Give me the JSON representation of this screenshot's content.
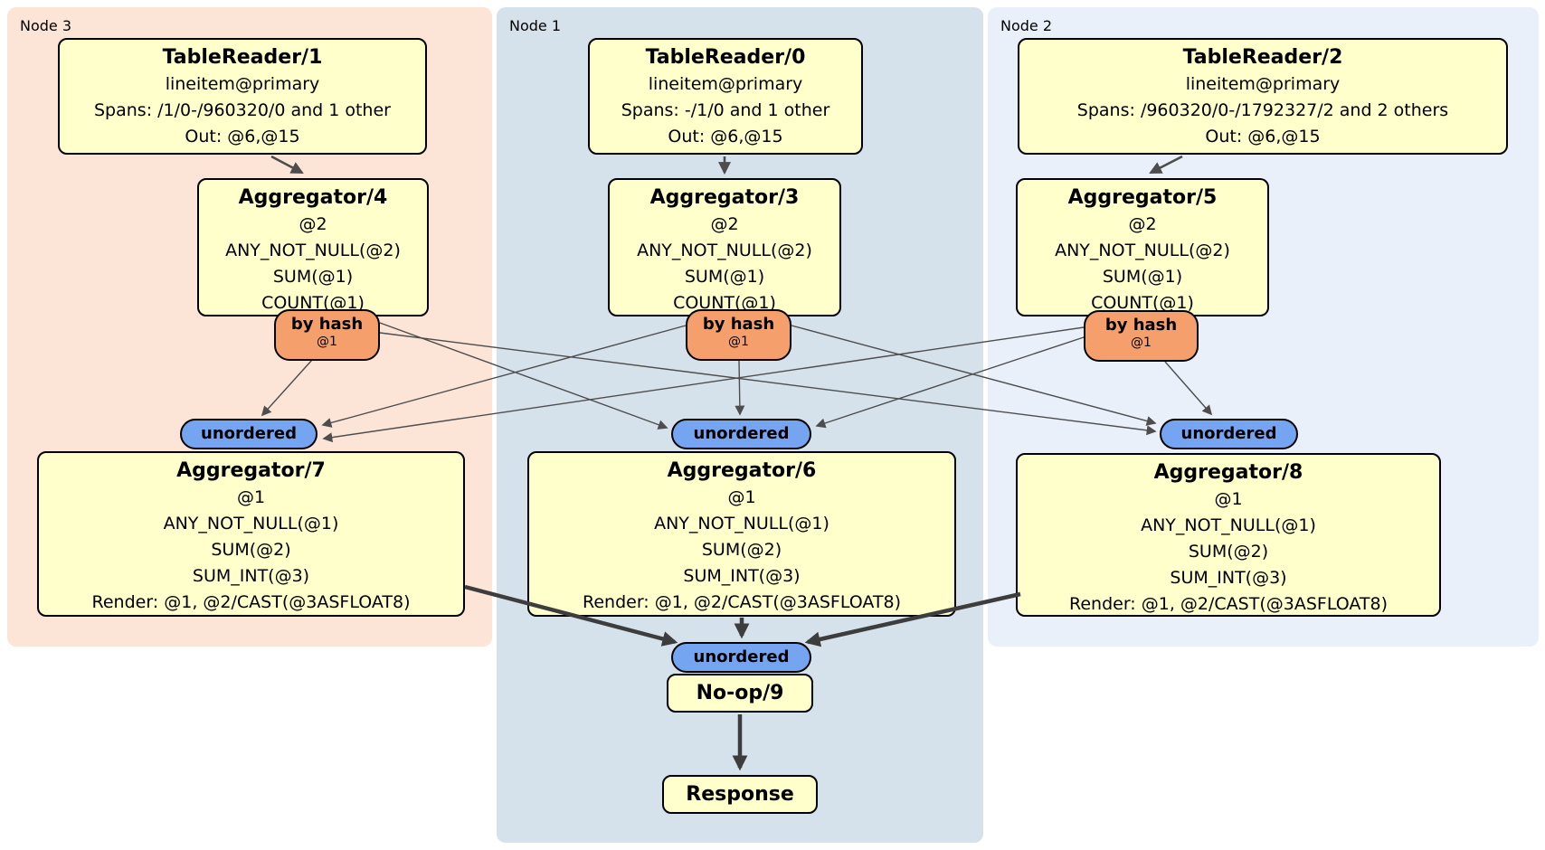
{
  "nodes": [
    {
      "label": "Node 3",
      "table_reader": {
        "title": "TableReader/1",
        "lines": [
          "lineitem@primary",
          "Spans: /1/0-/960320/0 and 1 other",
          "Out: @6,@15"
        ]
      },
      "stage_agg": {
        "title": "Aggregator/4",
        "lines": [
          "@2",
          "ANY_NOT_NULL(@2)",
          "SUM(@1)",
          "COUNT(@1)"
        ]
      },
      "router": {
        "label": "by hash",
        "detail": "@1"
      },
      "sync": {
        "label": "unordered"
      },
      "final_agg": {
        "title": "Aggregator/7",
        "lines": [
          "@1",
          "ANY_NOT_NULL(@1)",
          "SUM(@2)",
          "SUM_INT(@3)",
          "Render: @1, @2/CAST(@3ASFLOAT8)"
        ]
      }
    },
    {
      "label": "Node 1",
      "table_reader": {
        "title": "TableReader/0",
        "lines": [
          "lineitem@primary",
          "Spans: -/1/0 and 1 other",
          "Out: @6,@15"
        ]
      },
      "stage_agg": {
        "title": "Aggregator/3",
        "lines": [
          "@2",
          "ANY_NOT_NULL(@2)",
          "SUM(@1)",
          "COUNT(@1)"
        ]
      },
      "router": {
        "label": "by hash",
        "detail": "@1"
      },
      "sync": {
        "label": "unordered"
      },
      "final_agg": {
        "title": "Aggregator/6",
        "lines": [
          "@1",
          "ANY_NOT_NULL(@1)",
          "SUM(@2)",
          "SUM_INT(@3)",
          "Render: @1, @2/CAST(@3ASFLOAT8)"
        ]
      }
    },
    {
      "label": "Node 2",
      "table_reader": {
        "title": "TableReader/2",
        "lines": [
          "lineitem@primary",
          "Spans: /960320/0-/1792327/2 and 2 others",
          "Out: @6,@15"
        ]
      },
      "stage_agg": {
        "title": "Aggregator/5",
        "lines": [
          "@2",
          "ANY_NOT_NULL(@2)",
          "SUM(@1)",
          "COUNT(@1)"
        ]
      },
      "router": {
        "label": "by hash",
        "detail": "@1"
      },
      "sync": {
        "label": "unordered"
      },
      "final_agg": {
        "title": "Aggregator/8",
        "lines": [
          "@1",
          "ANY_NOT_NULL(@1)",
          "SUM(@2)",
          "SUM_INT(@3)",
          "Render: @1, @2/CAST(@3ASFLOAT8)"
        ]
      }
    }
  ],
  "output": {
    "sync": {
      "label": "unordered"
    },
    "noop": {
      "title": "No-op/9"
    },
    "response": {
      "title": "Response"
    }
  },
  "colors": {
    "node3_bg": "#fce4d6",
    "node1_bg": "#d5e2eb",
    "node2_bg": "#eaf0f9",
    "processor_bg": "#ffffcc",
    "router_bg": "#f5a06c",
    "sync_bg": "#75a4f0",
    "box_border": "#000000",
    "edge_thin": "#4d4d4d",
    "edge_thick": "#3d3d3d"
  }
}
